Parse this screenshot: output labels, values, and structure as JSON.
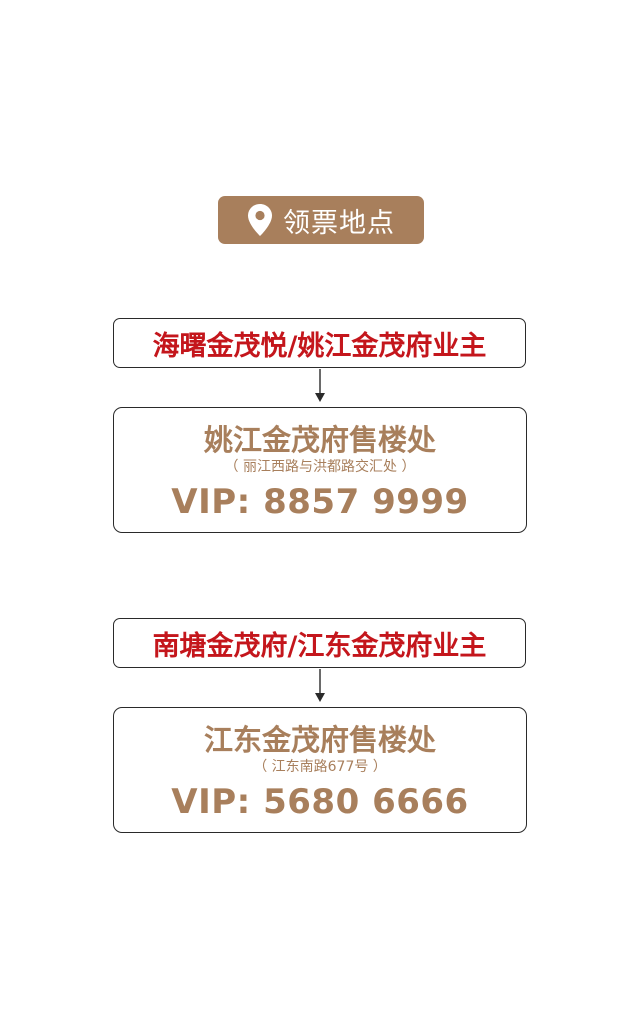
{
  "header": {
    "title": "领票地点",
    "icon": "location-pin-icon"
  },
  "colors": {
    "brown": "#a87f5c",
    "red": "#c4161c",
    "border": "#2a2a2a"
  },
  "sections": [
    {
      "owners": "海曙金茂悦/姚江金茂府业主",
      "office_name": "姚江金茂府售楼处",
      "address": "（ 丽江西路与洪都路交汇处 ）",
      "vip": "VIP: 8857 9999"
    },
    {
      "owners": "南塘金茂府/江东金茂府业主",
      "office_name": "江东金茂府售楼处",
      "address": "（ 江东南路677号 ）",
      "vip": "VIP: 5680 6666"
    }
  ]
}
